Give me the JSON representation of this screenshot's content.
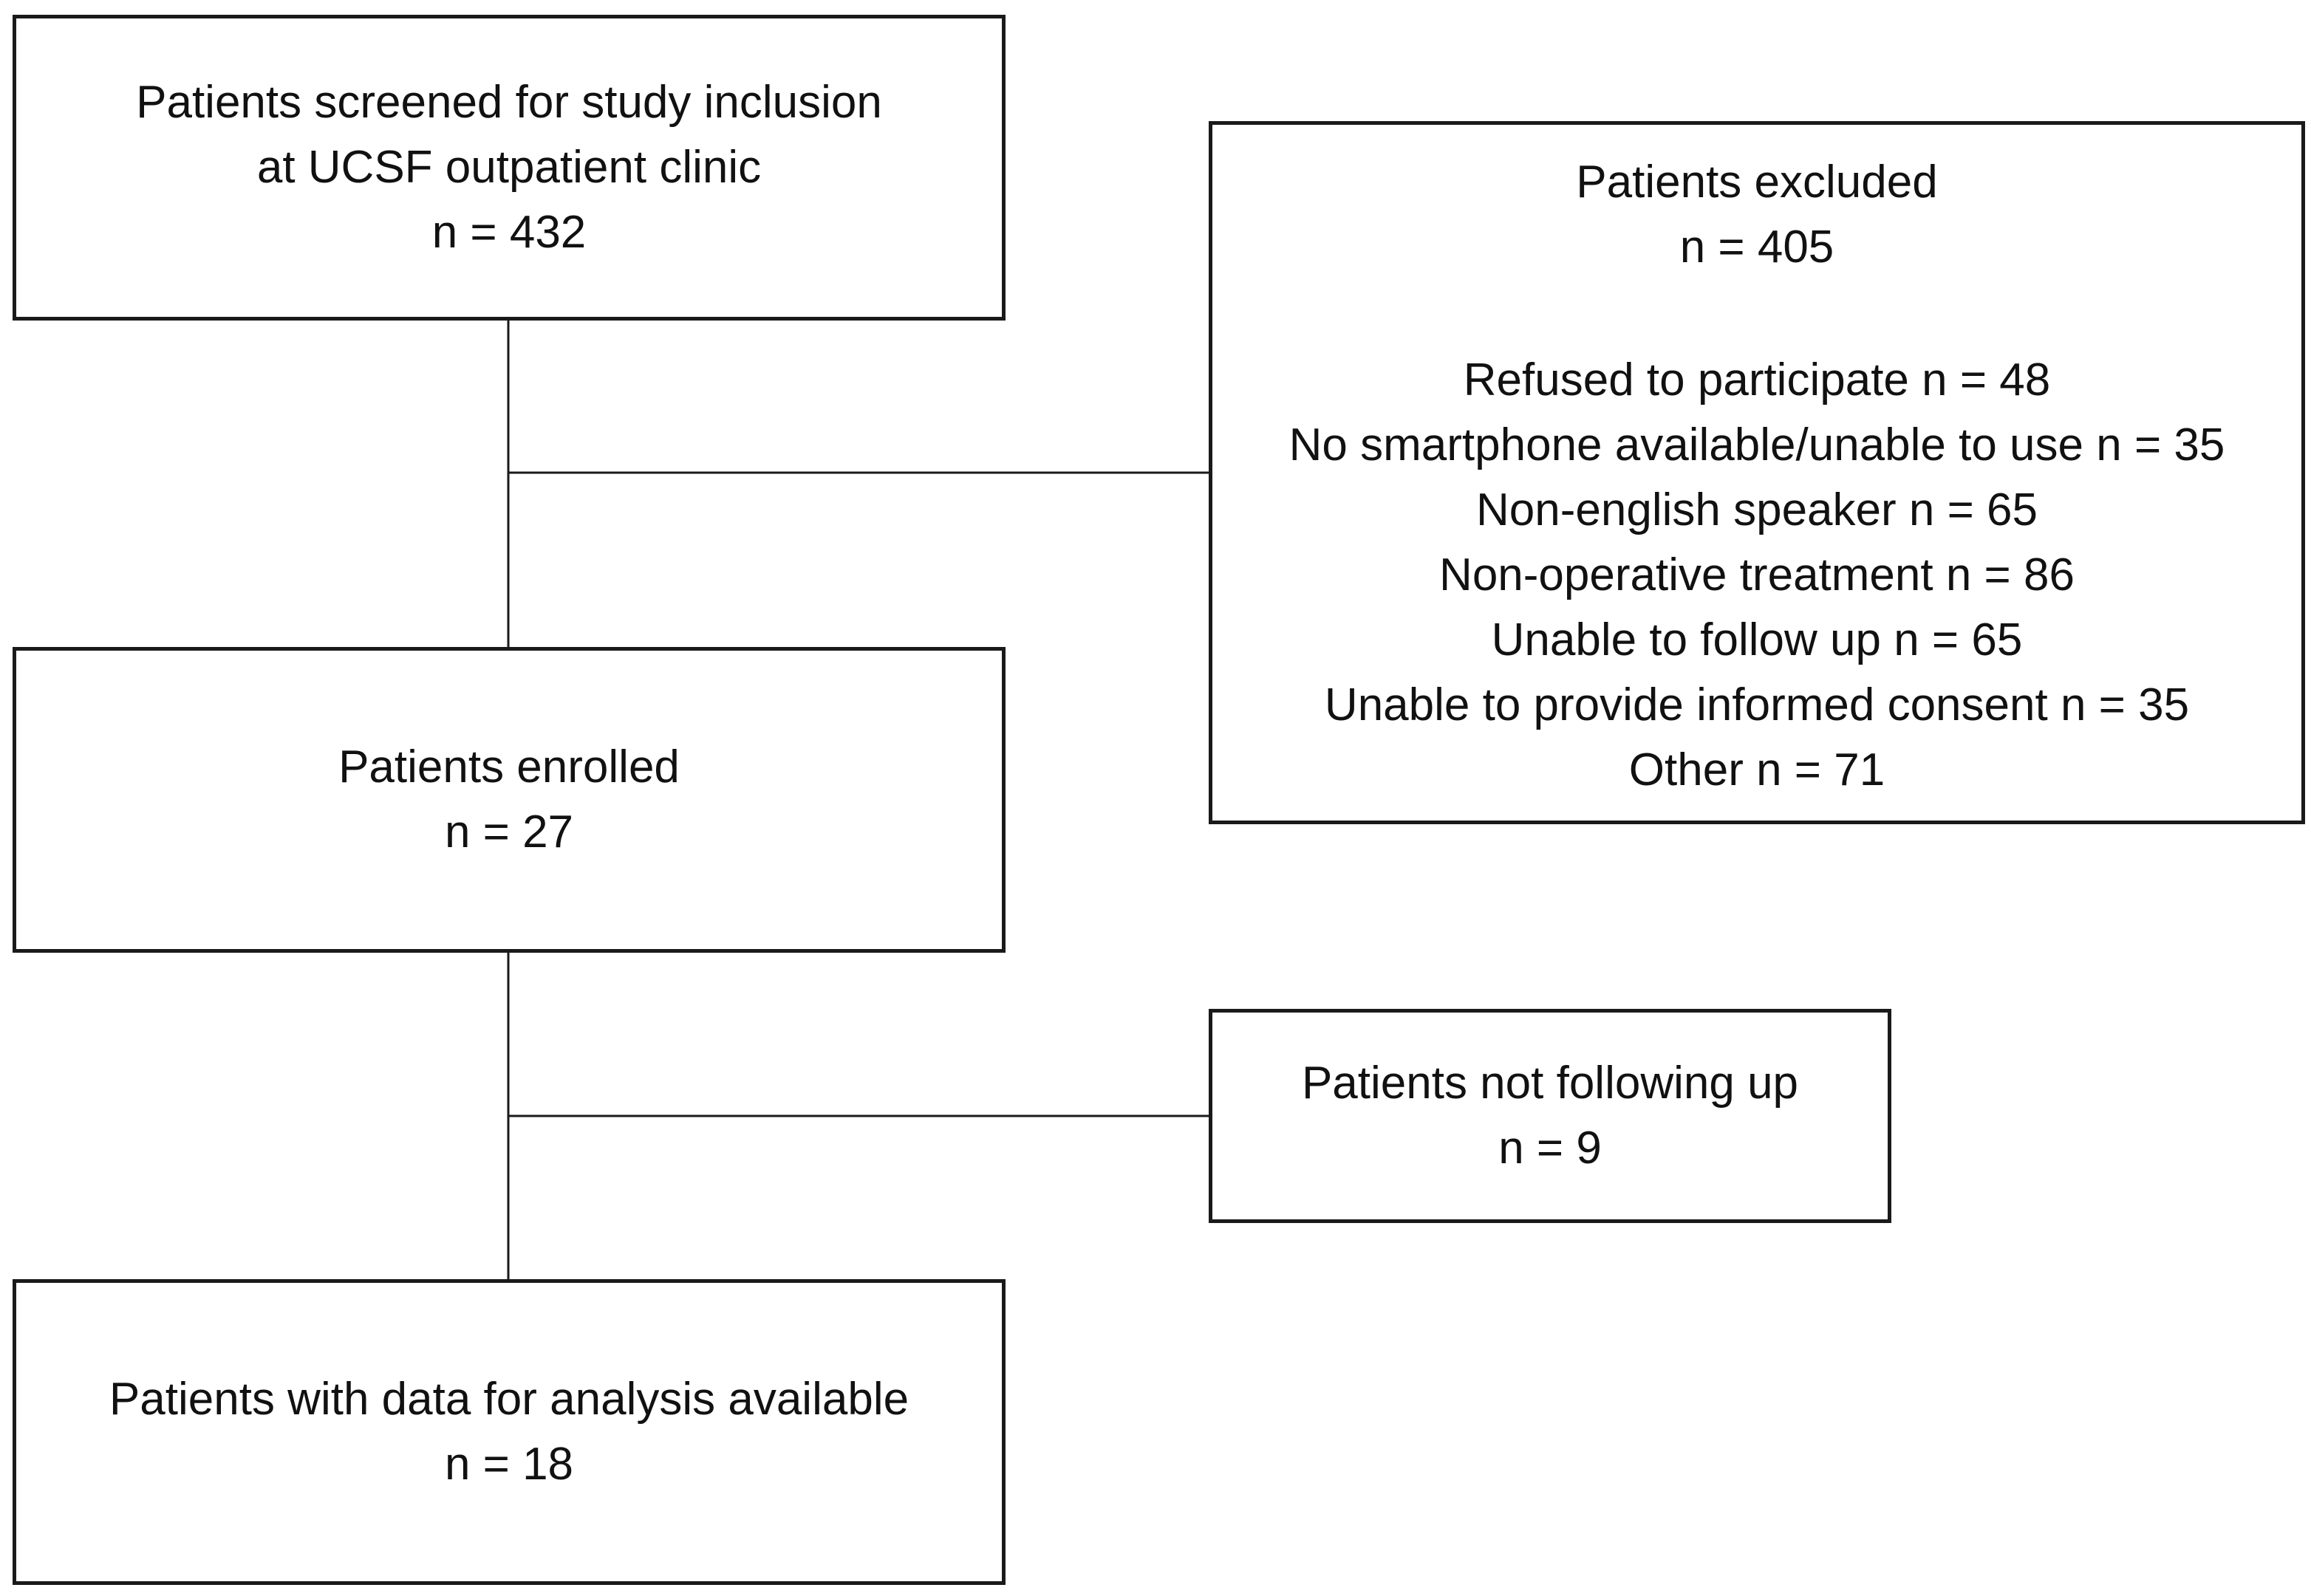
{
  "screened": {
    "line1": "Patients screened for study inclusion",
    "line2": "at UCSF outpatient clinic",
    "count": "n = 432"
  },
  "excluded": {
    "title": "Patients excluded",
    "count": "n = 405",
    "reasons": [
      "Refused to participate n = 48",
      "No smartphone available/unable to use n = 35",
      "Non-english speaker n = 65",
      "Non-operative treatment n = 86",
      "Unable to follow up n = 65",
      "Unable to provide informed consent n = 35",
      "Other n = 71"
    ]
  },
  "enrolled": {
    "title": "Patients enrolled",
    "count": "n = 27"
  },
  "not_following": {
    "title": "Patients not following up",
    "count": "n = 9"
  },
  "analysis": {
    "title": "Patients with data for analysis available",
    "count": "n = 18"
  }
}
